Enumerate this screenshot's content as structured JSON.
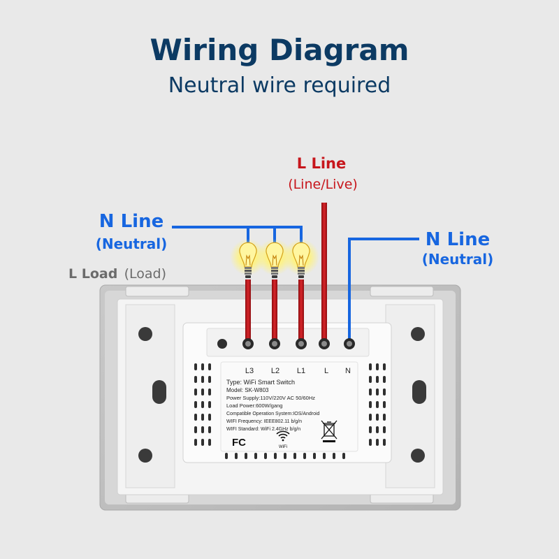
{
  "header": {
    "title": "Wiring Diagram",
    "subtitle": "Neutral wire required"
  },
  "labels": {
    "l_line": "L Line",
    "l_line_sub": "(Line/Live)",
    "n_line_left": "N Line",
    "n_line_left_sub": "(Neutral)",
    "n_line_right": "N Line",
    "n_line_right_sub": "(Neutral)",
    "l_load": "L Load",
    "l_load_sub": "(Load)"
  },
  "terminals": [
    "L3",
    "L2",
    "L1",
    "L",
    "N"
  ],
  "spec_plate": {
    "type": "Type:  WiFi Smart Switch",
    "model": "Model: SK-W803",
    "power_supply": "Power Supply:110V/220V AC  50/60Hz",
    "load_power": "Load Power:600W/gang",
    "compatible": "Compatible Operation System:IOS/Android",
    "wifi_frequency": "WIFI Frequency: IEEE802.11 b/g/n",
    "wifi_standard": "WIFI Standard: WiFi 2.4GHz b/g/n",
    "fcc": "FC",
    "wifi_caption": "WiFi"
  },
  "colors": {
    "title": "#0c3a63",
    "neutral_wire": "#1766e0",
    "live_wire": "#c7161c",
    "load_label": "#6b6b6b",
    "bulb_glow": "#fff37a"
  },
  "icons": [
    "lightbulb-icon",
    "wifi-icon",
    "fcc-logo",
    "weee-bin-icon"
  ]
}
